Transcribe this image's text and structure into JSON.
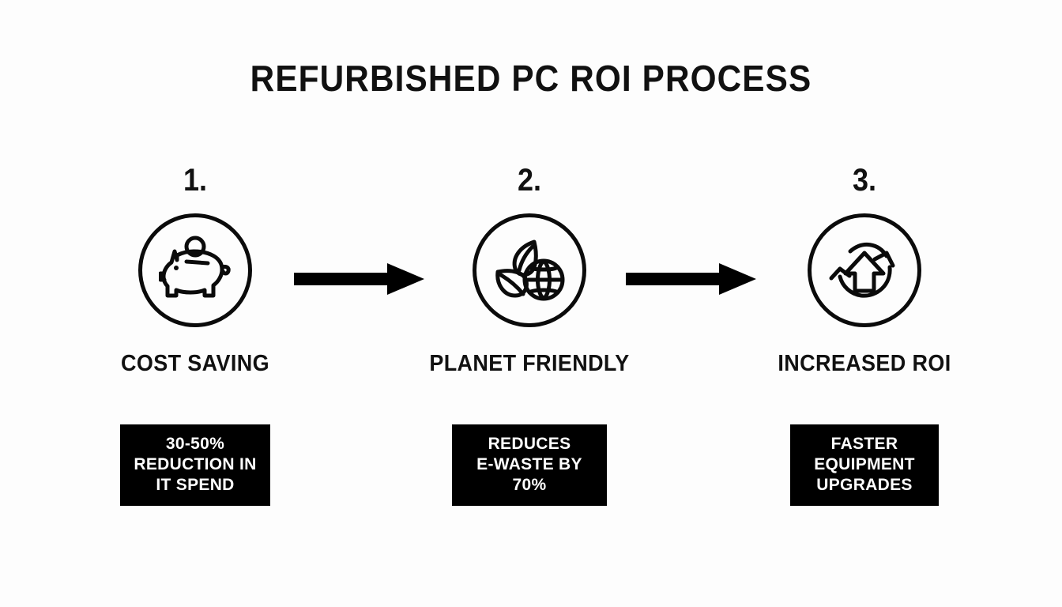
{
  "title": "REFURBISHED PC ROI PROCESS",
  "colors": {
    "background": "#fdfdfd",
    "ink": "#111111",
    "box_fill": "#000000",
    "box_text": "#ffffff"
  },
  "steps": [
    {
      "number": "1.",
      "icon": "piggy-bank-icon",
      "label": "COST SAVING",
      "stat_lines": [
        "30-50%",
        "REDUCTION IN",
        "IT SPEND"
      ]
    },
    {
      "number": "2.",
      "icon": "leaf-globe-icon",
      "label": "PLANET FRIENDLY",
      "stat_lines": [
        "REDUCES",
        "E-WASTE BY",
        "70%"
      ]
    },
    {
      "number": "3.",
      "icon": "recycle-arrow-up-icon",
      "label": "INCREASED ROI",
      "stat_lines": [
        "FASTER",
        "EQUIPMENT",
        "UPGRADES"
      ]
    }
  ],
  "connectors": [
    {
      "name": "arrow-step1-to-step2",
      "direction": "right"
    },
    {
      "name": "arrow-step2-to-step3",
      "direction": "right"
    }
  ]
}
